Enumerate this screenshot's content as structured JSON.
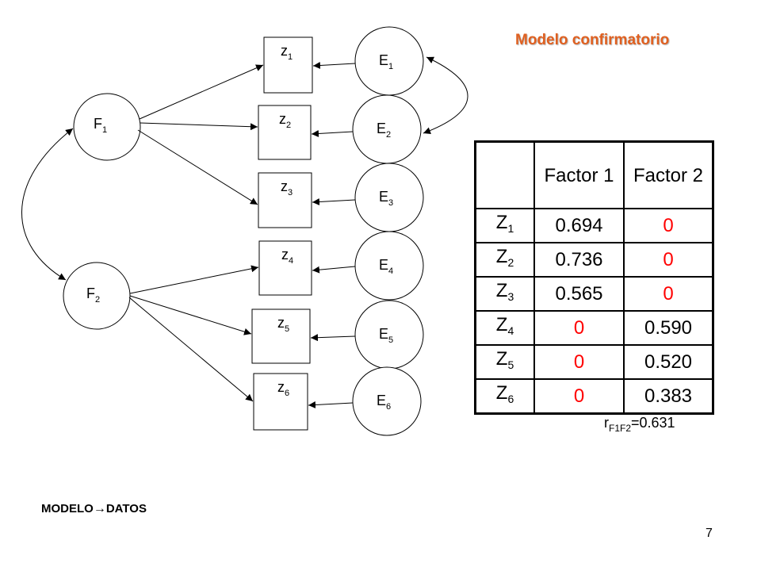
{
  "title": "Modelo confirmatorio",
  "nodes": {
    "factors": [
      {
        "base": "F",
        "sub": "1"
      },
      {
        "base": "F",
        "sub": "2"
      }
    ],
    "observed": [
      {
        "base": "z",
        "sub": "1"
      },
      {
        "base": "z",
        "sub": "2"
      },
      {
        "base": "z",
        "sub": "3"
      },
      {
        "base": "z",
        "sub": "4"
      },
      {
        "base": "z",
        "sub": "5"
      },
      {
        "base": "z",
        "sub": "6"
      }
    ],
    "errors": [
      {
        "base": "E",
        "sub": "1"
      },
      {
        "base": "E",
        "sub": "2"
      },
      {
        "base": "E",
        "sub": "3"
      },
      {
        "base": "E",
        "sub": "4"
      },
      {
        "base": "E",
        "sub": "5"
      },
      {
        "base": "E",
        "sub": "6"
      }
    ]
  },
  "table": {
    "headers": [
      "",
      "Factor 1",
      "Factor 2"
    ],
    "rows": [
      {
        "var": "Z",
        "sub": "1",
        "f1": "0.694",
        "f2": "0"
      },
      {
        "var": "Z",
        "sub": "2",
        "f1": "0.736",
        "f2": "0"
      },
      {
        "var": "Z",
        "sub": "3",
        "f1": "0.565",
        "f2": "0"
      },
      {
        "var": "Z",
        "sub": "4",
        "f1": "0",
        "f2": "0.590"
      },
      {
        "var": "Z",
        "sub": "5",
        "f1": "0",
        "f2": "0.520"
      },
      {
        "var": "Z",
        "sub": "6",
        "f1": "0",
        "f2": "0.383"
      }
    ]
  },
  "correlation": {
    "label": "r",
    "sub": "F1F2",
    "value": "=0.631"
  },
  "footer": {
    "left": "MODELO",
    "arrow": "→",
    "right": "DATOS"
  },
  "page_number": "7",
  "colors": {
    "title": "#e06020",
    "zero": "#ff0000"
  }
}
